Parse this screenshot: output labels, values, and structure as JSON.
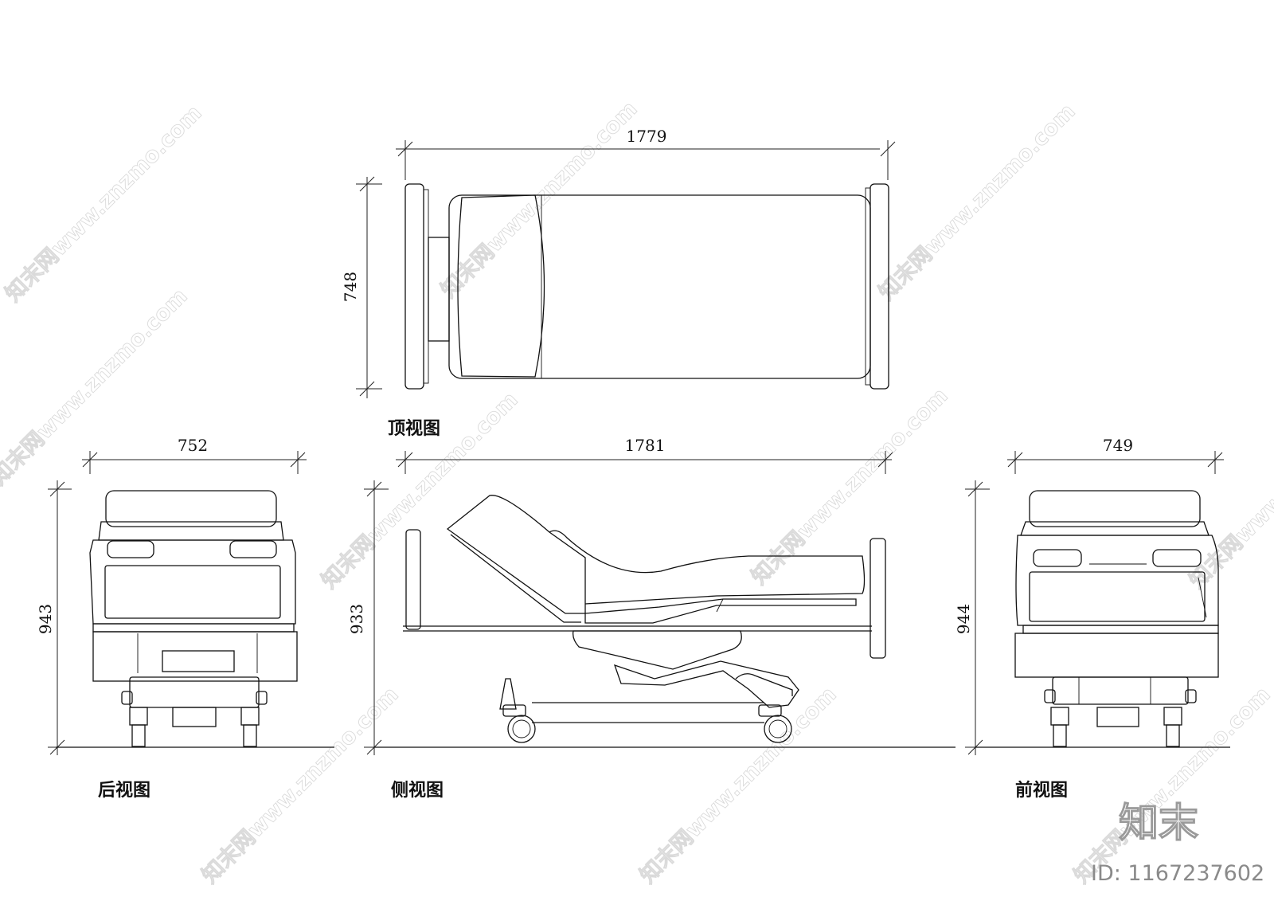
{
  "views": {
    "top": {
      "caption": "顶视图",
      "width_dim": "1779",
      "height_dim": "748"
    },
    "rear": {
      "caption": "后视图",
      "width_dim": "752",
      "height_dim": "943"
    },
    "side": {
      "caption": "侧视图",
      "width_dim": "1781",
      "height_dim": "933"
    },
    "front": {
      "caption": "前视图",
      "width_dim": "749",
      "height_dim": "944"
    }
  },
  "watermark": {
    "text": "知末网www.znzmo.com",
    "logo": "知末",
    "id_label": "ID: 1167237602"
  }
}
